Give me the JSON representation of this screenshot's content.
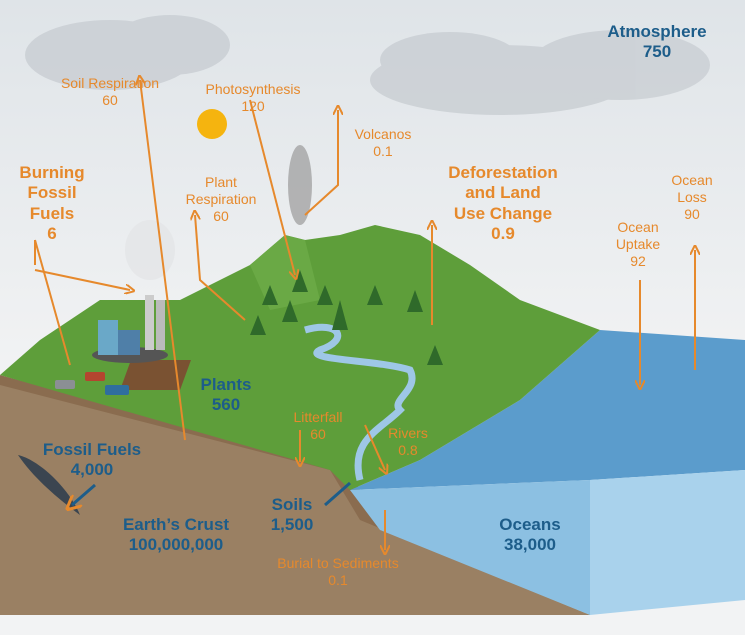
{
  "title": "Carbon Cycle",
  "colors": {
    "flux": "#e6892c",
    "pool": "#1d5d8a",
    "grass": "#5e9e3a",
    "soil": "#8a6c4f",
    "ocean": "#5b9ccc"
  },
  "pools": {
    "atmosphere": {
      "name": "Atmosphere",
      "value": "750"
    },
    "plants": {
      "name": "Plants",
      "value": "560"
    },
    "fossil_fuels": {
      "name": "Fossil Fuels",
      "value": "4,000"
    },
    "soils": {
      "name": "Soils",
      "value": "1,500"
    },
    "earths_crust": {
      "name": "Earth’s Crust",
      "value": "100,000,000"
    },
    "oceans": {
      "name": "Oceans",
      "value": "38,000"
    }
  },
  "fluxes": {
    "soil_respiration": {
      "name": "Soil Respiration",
      "value": "60"
    },
    "photosynthesis": {
      "name": "Photosynthesis",
      "value": "120"
    },
    "volcanos": {
      "name": "Volcanos",
      "value": "0.1"
    },
    "plant_respiration": {
      "name1": "Plant",
      "name2": "Respiration",
      "value": "60"
    },
    "burning_fossil_fuels": {
      "name1": "Burning",
      "name2": "Fossil",
      "name3": "Fuels",
      "value": "6"
    },
    "deforestation": {
      "name1": "Deforestation",
      "name2": "and Land",
      "name3": "Use Change",
      "value": "0.9"
    },
    "ocean_uptake": {
      "name1": "Ocean",
      "name2": "Uptake",
      "value": "92"
    },
    "ocean_loss": {
      "name1": "Ocean",
      "name2": "Loss",
      "value": "90"
    },
    "litterfall": {
      "name": "Litterfall",
      "value": "60"
    },
    "rivers": {
      "name": "Rivers",
      "value": "0.8"
    },
    "burial": {
      "name": "Burial to Sediments",
      "value": "0.1"
    }
  }
}
